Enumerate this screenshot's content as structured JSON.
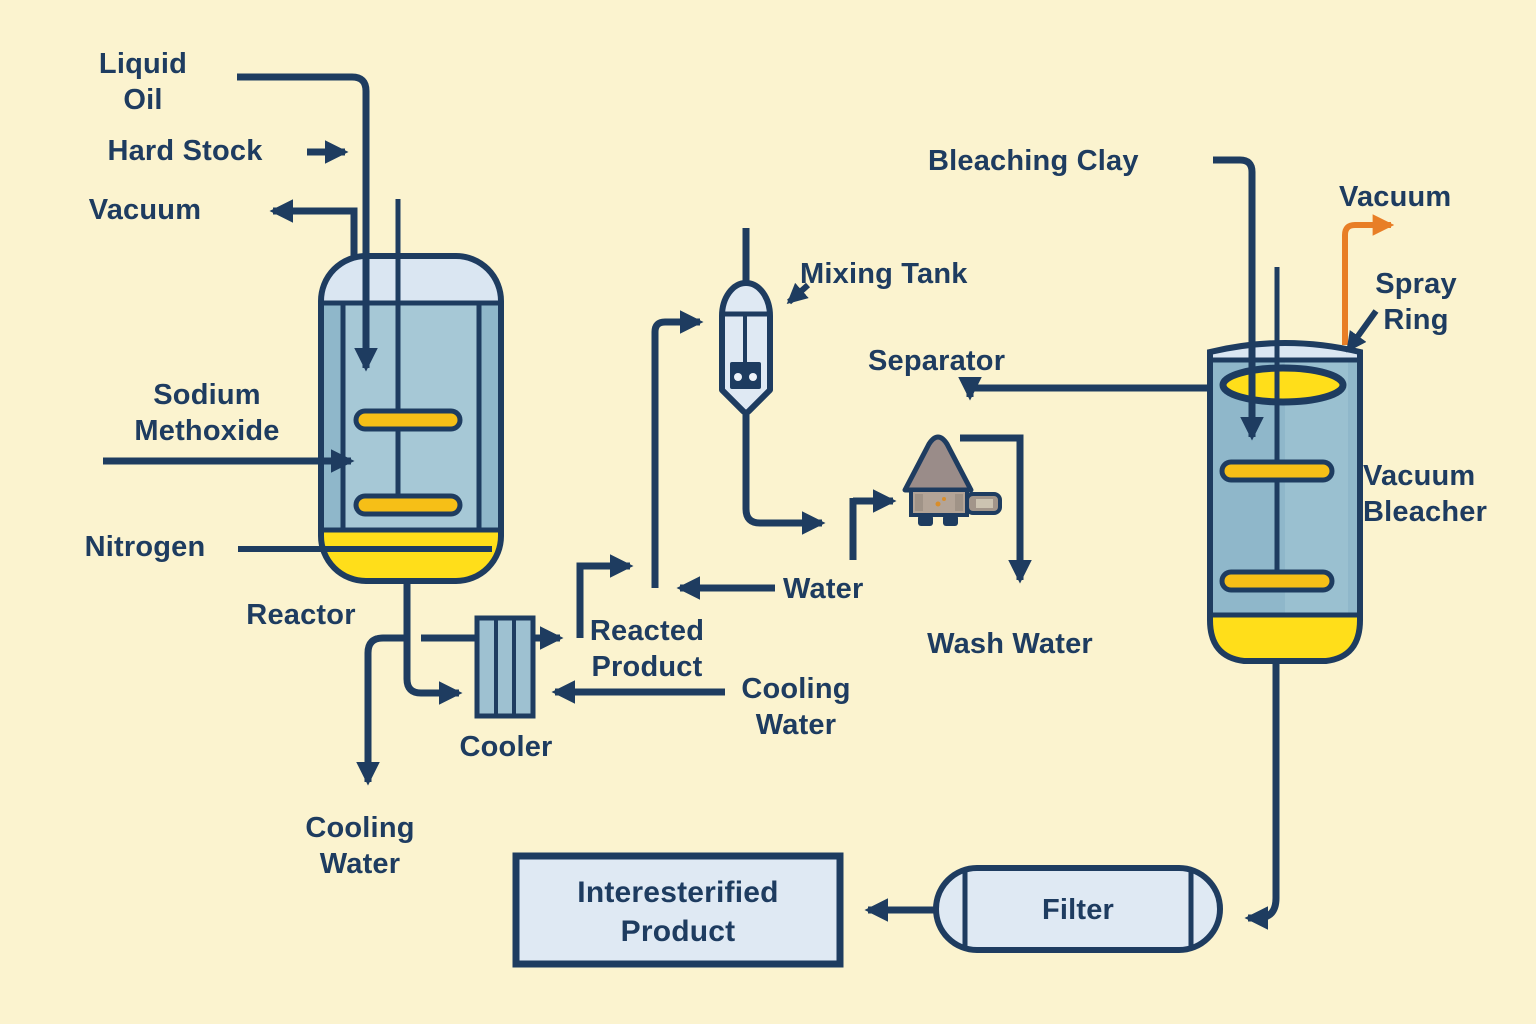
{
  "title": "Interesterification process flow diagram",
  "colors": {
    "bg": "#fbf3cf",
    "line": "#1e3c60",
    "vessel_blue": "#8fb7ca",
    "vessel_panel": "#a6c8d6",
    "vessel_head": "#dae6f2",
    "yellow": "#ffde1a",
    "paddle": "#f6bf17",
    "cooler": "#9ec1d1",
    "light_fill": "#dfe9f3",
    "cone": "#9a8c89",
    "sep_base": "#b3a497",
    "nozzle": "#a2958a",
    "nozzle_patch": "#ccc3b1",
    "orange": "#e87e26"
  },
  "labels": {
    "liquid_oil": "Liquid\nOil",
    "hard_stock": "Hard Stock",
    "vacuum_left": "Vacuum",
    "sodium_methoxide": "Sodium\nMethoxide",
    "nitrogen": "Nitrogen",
    "reactor": "Reactor",
    "cooler": "Cooler",
    "cooling_water_out": "Cooling\nWater",
    "reacted_product": "Reacted\nProduct",
    "cooling_water_in": "Cooling\nWater",
    "water": "Water",
    "mixing_tank": "Mixing Tank",
    "separator": "Separator",
    "wash_water": "Wash Water",
    "bleaching_clay": "Bleaching Clay",
    "vacuum_right": "Vacuum",
    "spray_ring": "Spray\nRing",
    "vacuum_bleacher": "Vacuum\nBleacher",
    "filter": "Filter",
    "interesterified_product": "Interesterified\nProduct"
  }
}
